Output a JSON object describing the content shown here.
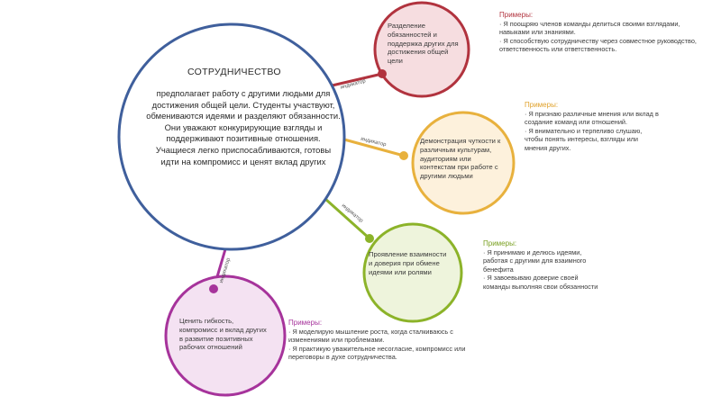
{
  "colors": {
    "main_stroke": "#3f5f9c",
    "red": "#b1333e",
    "red_fill": "#f6dde0",
    "orange": "#e8b13d",
    "orange_fill": "#fdf1dc",
    "green": "#8cb329",
    "green_fill": "#eef4dc",
    "purple": "#a6339b",
    "purple_fill": "#f4e2f2"
  },
  "main": {
    "title": "СОТРУДНИЧЕСТВО",
    "description": "предполагает работу с другими людьми для достижения общей цели. Студенты участвуют, обмениваются идеями и разделяют обязанности. Они уважают конкурирующие взгляды и поддерживают позитивные отношения. Учащиеся легко приспосабливаются, готовы идти на компромисс и ценят вклад других"
  },
  "indicators": {
    "red": {
      "connector_label": "индикатор",
      "text": "Разделение обязанностей и поддержка других для достижения общей цели",
      "examples_title": "Примеры:",
      "examples": [
        "· Я поощряю членов команды делиться своими взглядами, навыками или знаниями.",
        "· Я способствую сотрудничеству через совместное руководство, ответственность или ответственность."
      ]
    },
    "orange": {
      "connector_label": "индикатор",
      "text": "Демонстрация чуткости к различным культурам, аудиториям или контекстам при работе с другими людьми",
      "examples_title": "Примеры:",
      "examples": [
        "· Я признаю различные мнения или вклад в создание команд или отношений.",
        "· Я внимательно и терпеливо слушаю, чтобы понять интересы, взгляды или мнения других."
      ]
    },
    "green": {
      "connector_label": "индикатор",
      "text": "Проявление взаимности и доверия при обмене идеями или ролями",
      "examples_title": "Примеры:",
      "examples": [
        "· Я принимаю и делюсь идеями, работая с другими для взаимного бенефита",
        "· Я завоевываю доверие своей команды выполняя свои обязанности"
      ]
    },
    "purple": {
      "connector_label": "индикатор",
      "text": "Ценить гибкость, компромисс и вклад других в развитие позитивных рабочих отношений",
      "examples_title": "Примеры:",
      "examples": [
        "· Я моделирую мышление роста, когда сталкиваюсь с изменениями или проблемами.",
        "· Я практикую уважительное несогласие, компромисс или переговоры в духе сотрудничества."
      ]
    }
  }
}
